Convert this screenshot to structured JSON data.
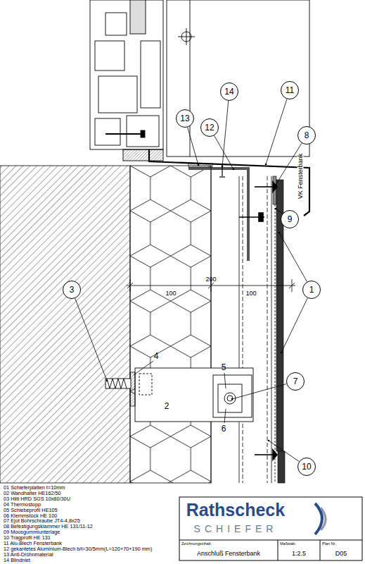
{
  "diagram": {
    "nodes": [
      {
        "text": [
          "14"
        ]
      },
      {
        "text": [
          "11"
        ]
      },
      {
        "text": [
          "13"
        ]
      },
      {
        "text": [
          "12"
        ]
      },
      {
        "text": [
          "8"
        ]
      },
      {
        "text": [
          "9"
        ]
      },
      {
        "text": [
          "1"
        ]
      },
      {
        "text": [
          "3"
        ]
      },
      {
        "text": [
          "7"
        ]
      },
      {
        "text": [
          "10"
        ]
      }
    ],
    "edges": [],
    "labels": [
      "200",
      "100",
      "100",
      "VK Fensterbank",
      "2",
      "4",
      "5",
      "6",
      "01 Schieferplatten t=10mm",
      "02 Wandhalter HE162/50",
      "03 Hilti HRD SGS 10x80/30U",
      "04 Thermostopp",
      "05 Schiebeprofil HE105",
      "06 Klemmstück HE 100",
      "07 Ejot Bohrschraube JT4-4,8x25",
      "08 Befestigungsklammer HE 131/11-12",
      "09 Moosgummiunterlage",
      "10 Tragprofil HE 131",
      "11 Alu-Blech Fensterbank",
      "12 gekantetes Aluminium-Blech b/t=30/5mm(L=120+70+190 mm)",
      "13 Anti-Dröhnmaterial",
      "14 Blindniet",
      "Rathscheck",
      "SCHIEFER",
      "Zeichnungsinhalt:",
      "Anschluß Fensterbank",
      "Maßstab:",
      "1:2.5",
      "Plan Nr.",
      "D05"
    ]
  }
}
